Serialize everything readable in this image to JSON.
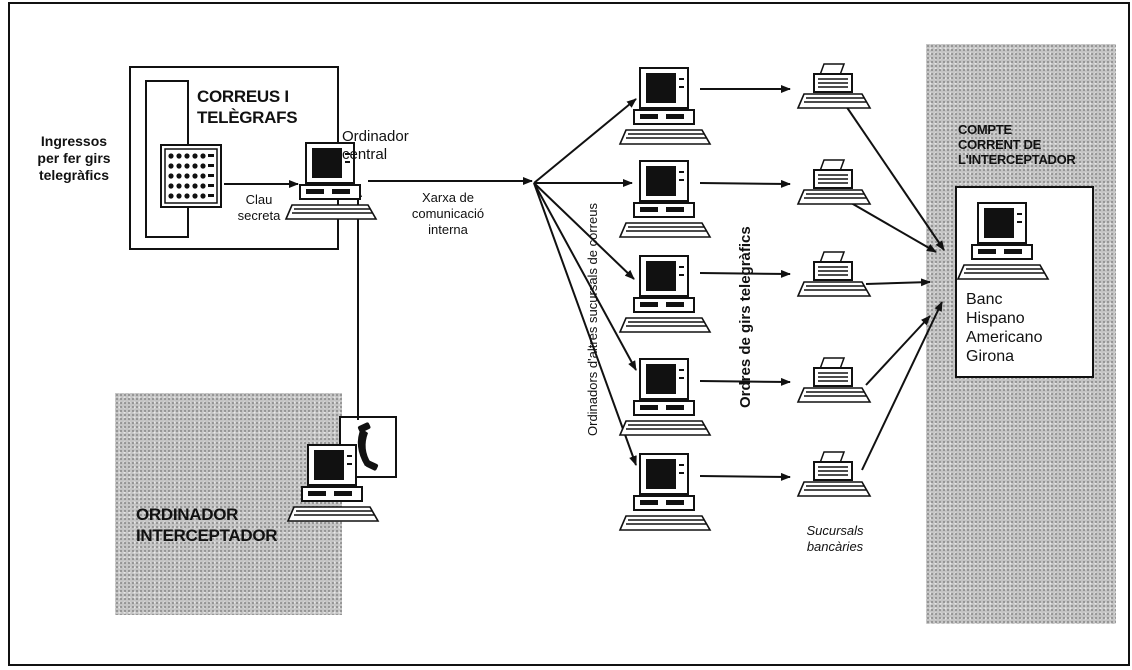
{
  "post_office": {
    "title_line1": "CORREUS I",
    "title_line2": "TELÈGRAFS",
    "deposit_line1": "Ingressos",
    "deposit_line2": "per fer girs",
    "deposit_line3": "telegràfics",
    "secret_key_line1": "Clau",
    "secret_key_line2": "secreta"
  },
  "central_computer": {
    "line1": "Ordinador",
    "line2": "central"
  },
  "network": {
    "line1": "Xarxa de",
    "line2": "comunicació",
    "line3": "interna"
  },
  "interceptor": {
    "line1": "ORDINADOR",
    "line2": "INTERCEPTADOR"
  },
  "branch_computers_label": "Ordinadors d'altres sucursals de correus",
  "transfer_orders_label": "Ordres de girs telegràfics",
  "bank_branches": {
    "line1": "Sucursals",
    "line2": "bancàries"
  },
  "interceptor_account": {
    "line1": "COMPTE",
    "line2": "CORRENT DE",
    "line3": "L'INTERCEPTADOR"
  },
  "bank": {
    "line1": "Banc",
    "line2": "Hispano",
    "line3": "Americano",
    "line4": "Girona"
  }
}
